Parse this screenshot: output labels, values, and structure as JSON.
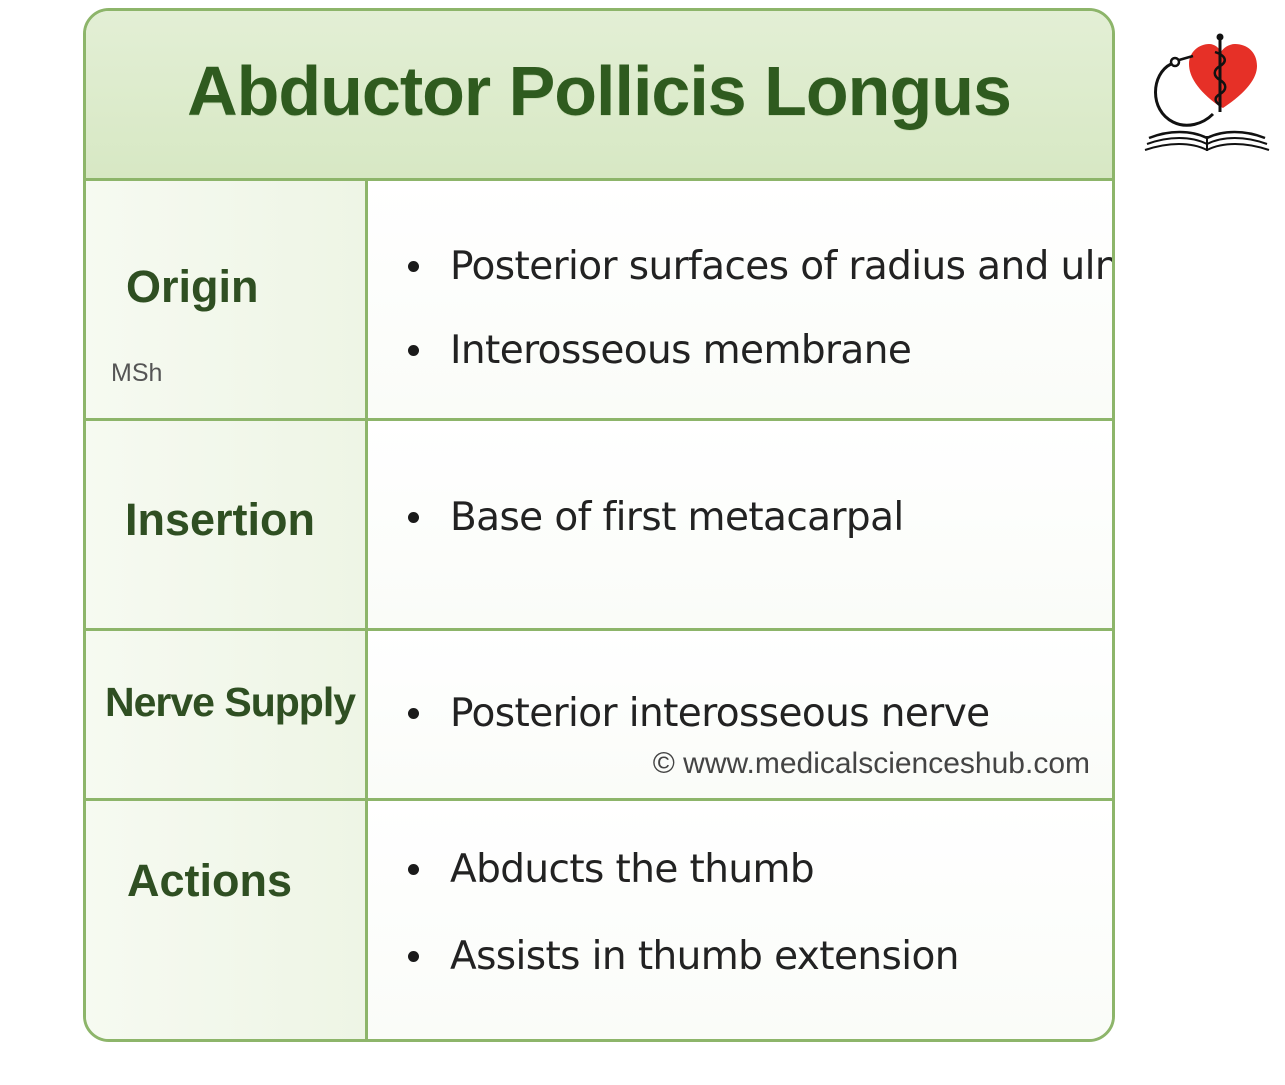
{
  "title": "Abductor Pollicis Longus",
  "rows": [
    {
      "label": "Origin",
      "items": [
        "Posterior surfaces of radius and ulna",
        "Interosseous membrane"
      ]
    },
    {
      "label": "Insertion",
      "items": [
        "Base of first metacarpal"
      ]
    },
    {
      "label": "Nerve Supply",
      "items": [
        "Posterior interosseous nerve"
      ]
    },
    {
      "label": "Actions",
      "items": [
        "Abducts the thumb",
        "Assists in thumb extension"
      ]
    }
  ],
  "msh_mark": "MSh",
  "watermark": "© www.medicalscienceshub.com",
  "colors": {
    "border": "#8db56a",
    "header_bg": "#dcebc9",
    "title_text": "#2f5b1f",
    "label_text": "#2f4f22",
    "logo_heart": "#e63027"
  },
  "logo": {
    "icon": "heart-caduceus-stethoscope-book-logo"
  }
}
